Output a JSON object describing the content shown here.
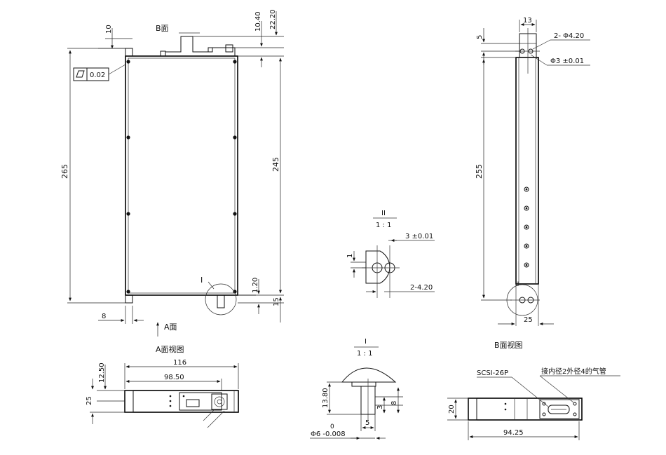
{
  "views": {
    "front_title": "B面",
    "front_bottom": "A面",
    "a_view_title": "A面视图",
    "b_view_title": "B面视图"
  },
  "front": {
    "d_10": "10",
    "d_1040": "10.40",
    "d_2220": "22.20",
    "d_265": "265",
    "d_245": "245",
    "d_120": "1.20",
    "d_15": "15",
    "d_8": "8",
    "flatness": "0.02",
    "detail_mark": "I"
  },
  "side": {
    "d_13": "13",
    "d_5": "5",
    "holes": "2- Φ4.20",
    "bore": "Φ3 ±0.01",
    "d_255": "255",
    "d_25": "25",
    "detail_mark": "II"
  },
  "detail_ii": {
    "label": "II",
    "scale": "1 : 1",
    "d_3": "3 ±0.01",
    "d_1": "1",
    "holes": "2-4.20"
  },
  "a_view": {
    "d_116": "116",
    "d_9850": "98.50",
    "d_1250": "12.50",
    "d_25": "25"
  },
  "detail_i": {
    "label": "I",
    "scale": "1 : 1",
    "d_1380": "13.80",
    "d_5": "5",
    "d_3": "3",
    "d_8": "8",
    "tol_upper": "0",
    "dia": "Φ6 -0.008"
  },
  "b_view": {
    "connector": "SCSI-26P",
    "note": "接内径2外径4的气管",
    "d_20": "20",
    "d_9425": "94.25"
  }
}
